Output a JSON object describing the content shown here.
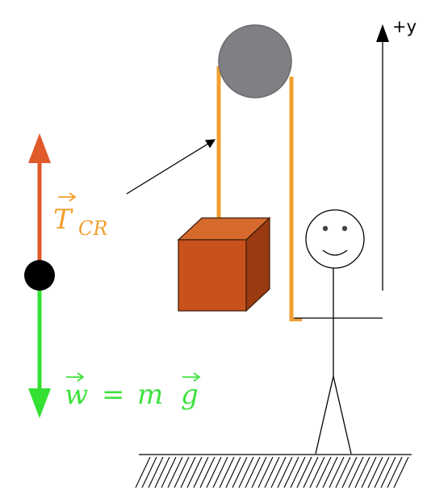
{
  "axis": {
    "label": "+y"
  },
  "free_body": {
    "tension": {
      "symbol": "T",
      "subscript": "CR",
      "color": "#e05a2a"
    },
    "weight": {
      "lhs": "w",
      "equals": "=",
      "m": "m",
      "g": "g",
      "color": "#33e033"
    }
  },
  "colors": {
    "rope": "#f0a030",
    "pulley": "#808084",
    "crate_front": "#c8511c",
    "crate_top": "#d66a2c",
    "crate_side": "#9a3a10",
    "tension_label": "#f0a030",
    "weight_label": "#3ee23e"
  }
}
